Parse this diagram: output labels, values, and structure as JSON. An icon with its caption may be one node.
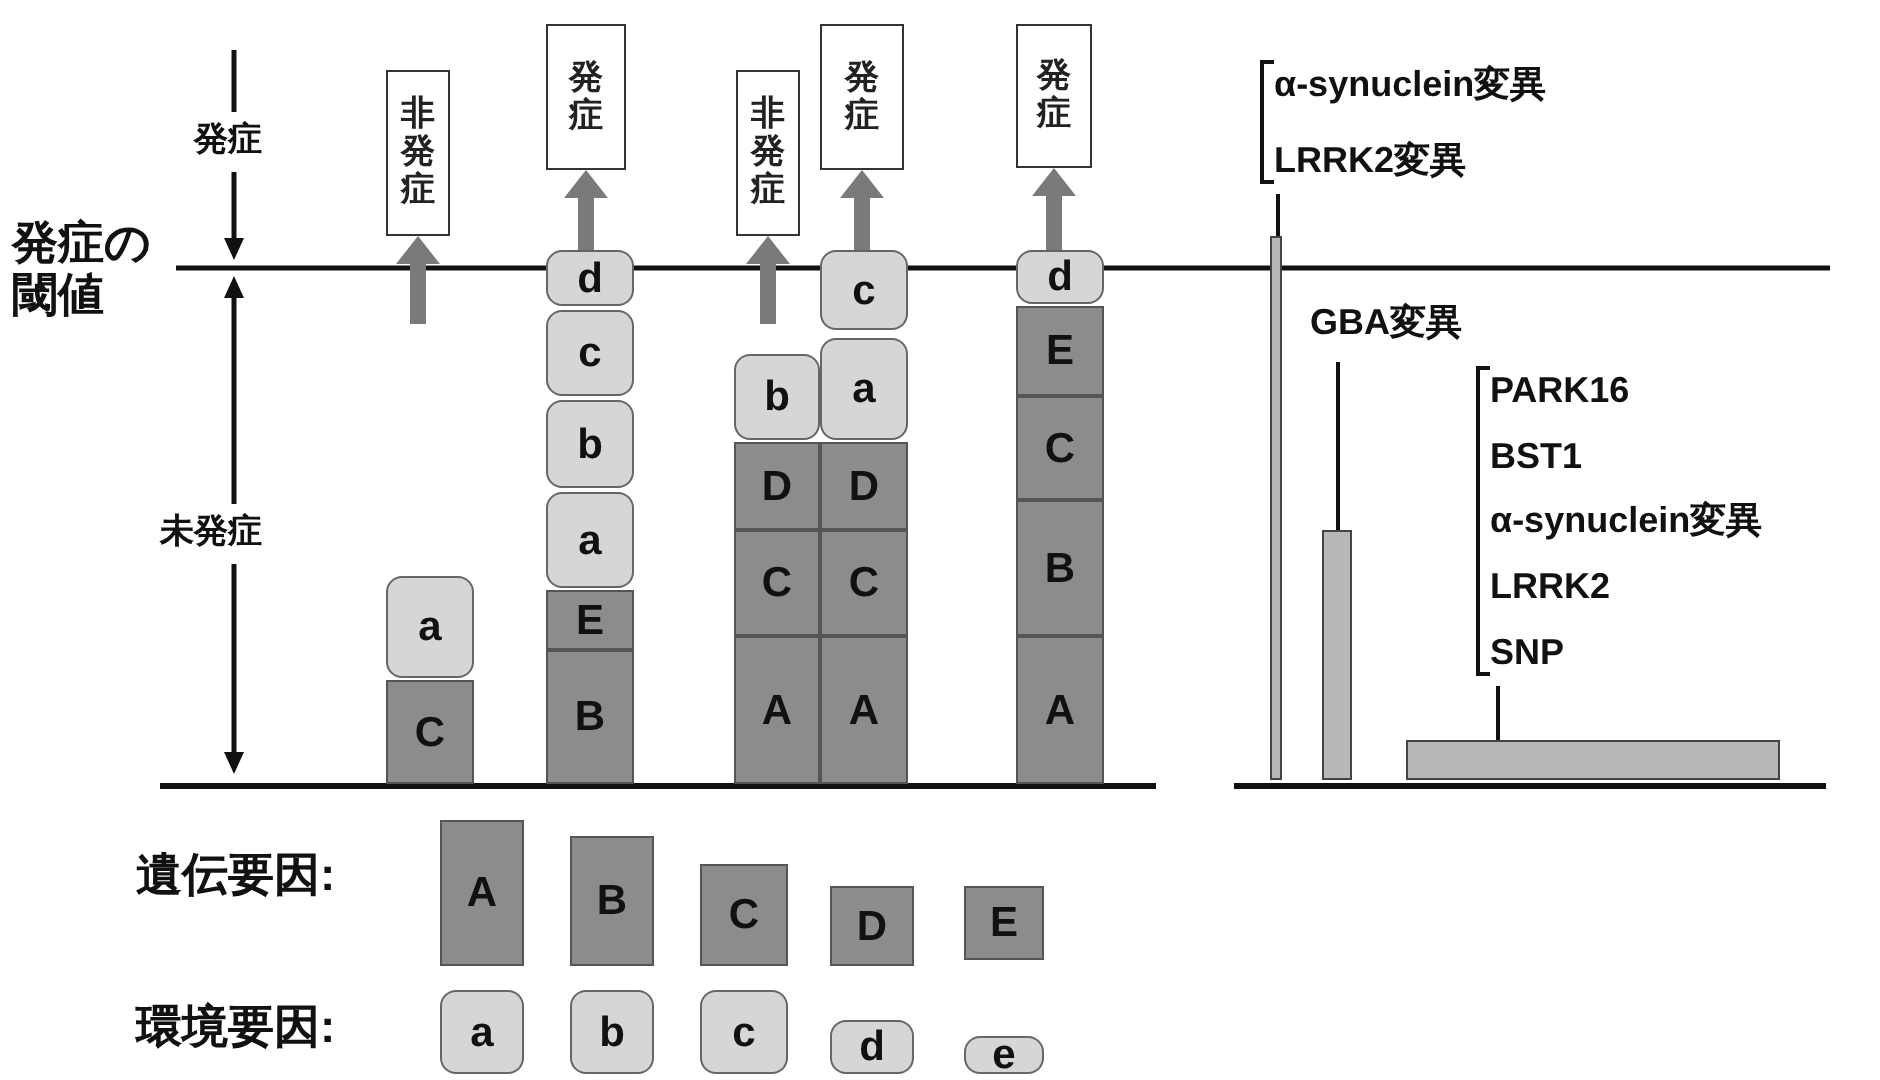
{
  "diagram": {
    "nodes": [
      {
        "text": [
          "非発症"
        ]
      },
      {
        "text": [
          "発症"
        ]
      },
      {
        "text": [
          "非発症"
        ]
      },
      {
        "text": [
          "発症"
        ]
      },
      {
        "text": [
          "発症"
        ]
      },
      {
        "text": [
          "α-synuclein変異",
          "LRRK2変異"
        ]
      },
      {
        "text": [
          "a"
        ]
      },
      {
        "text": [
          "C"
        ]
      },
      {
        "text": [
          "d"
        ]
      },
      {
        "text": [
          "c"
        ]
      },
      {
        "text": [
          "b"
        ]
      },
      {
        "text": [
          "a"
        ]
      },
      {
        "text": [
          "E"
        ]
      },
      {
        "text": [
          "B"
        ]
      },
      {
        "text": [
          "b"
        ]
      },
      {
        "text": [
          "D"
        ]
      },
      {
        "text": [
          "C"
        ]
      },
      {
        "text": [
          "A"
        ]
      },
      {
        "text": [
          "c"
        ]
      },
      {
        "text": [
          "a"
        ]
      },
      {
        "text": [
          "D"
        ]
      },
      {
        "text": [
          "C"
        ]
      },
      {
        "text": [
          "A"
        ]
      },
      {
        "text": [
          "d"
        ]
      },
      {
        "text": [
          "E"
        ]
      },
      {
        "text": [
          "C"
        ]
      },
      {
        "text": [
          "B"
        ]
      },
      {
        "text": [
          "A"
        ]
      },
      {
        "text": [
          "GBA変異"
        ]
      },
      {
        "text": [
          "PARK16",
          "BST1",
          "α-synuclein変異",
          "LRRK2",
          "SNP"
        ]
      },
      {
        "text": [],
        "shape": "bar"
      },
      {
        "text": [],
        "shape": "bar"
      },
      {
        "text": [],
        "shape": "bar"
      },
      {
        "text": [
          "A"
        ]
      },
      {
        "text": [
          "B"
        ]
      },
      {
        "text": [
          "C"
        ]
      },
      {
        "text": [
          "D"
        ]
      },
      {
        "text": [
          "E"
        ]
      },
      {
        "text": [
          "a"
        ]
      },
      {
        "text": [
          "b"
        ]
      },
      {
        "text": [
          "c"
        ]
      },
      {
        "text": [
          "d"
        ]
      },
      {
        "text": [
          "e"
        ]
      }
    ],
    "edges": [
      {
        "from": null,
        "to": 0,
        "arrow": "to"
      },
      {
        "from": 8,
        "to": 1,
        "arrow": "to"
      },
      {
        "from": null,
        "to": 2,
        "arrow": "to"
      },
      {
        "from": 18,
        "to": 3,
        "arrow": "to"
      },
      {
        "from": 23,
        "to": 4,
        "arrow": "to"
      },
      {
        "from": 5,
        "to": 30,
        "arrow": "none",
        "color": "#111111"
      },
      {
        "from": 28,
        "to": 31,
        "arrow": "none",
        "color": "#111111"
      },
      {
        "from": 29,
        "to": 32,
        "arrow": "none",
        "color": "#111111"
      }
    ],
    "labels": [
      "発症",
      "発症の閾値",
      "未発症",
      "遺伝要因:",
      "環境要因:"
    ]
  }
}
